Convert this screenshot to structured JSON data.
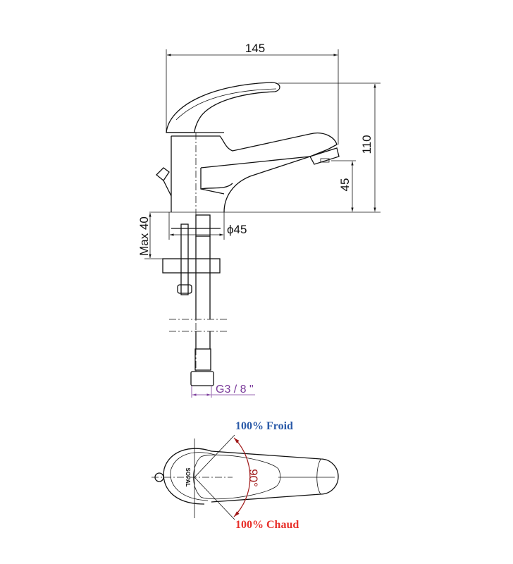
{
  "side_view": {
    "width_dim": "145",
    "height_dim": "110",
    "spout_height_dim": "45",
    "max_thickness_dim": "Max 40",
    "base_diameter_dim": "ϕ45",
    "connection_dim": "G3 / 8 \""
  },
  "top_view": {
    "cold_label": "100% Froid",
    "hot_label": "100% Chaud",
    "angle_label": "90°",
    "brand_logo": "SOPAL"
  },
  "colors": {
    "cold": "#2a5aa8",
    "hot": "#e8302a",
    "angle": "#a01818",
    "connection": "#7a3a9a"
  }
}
